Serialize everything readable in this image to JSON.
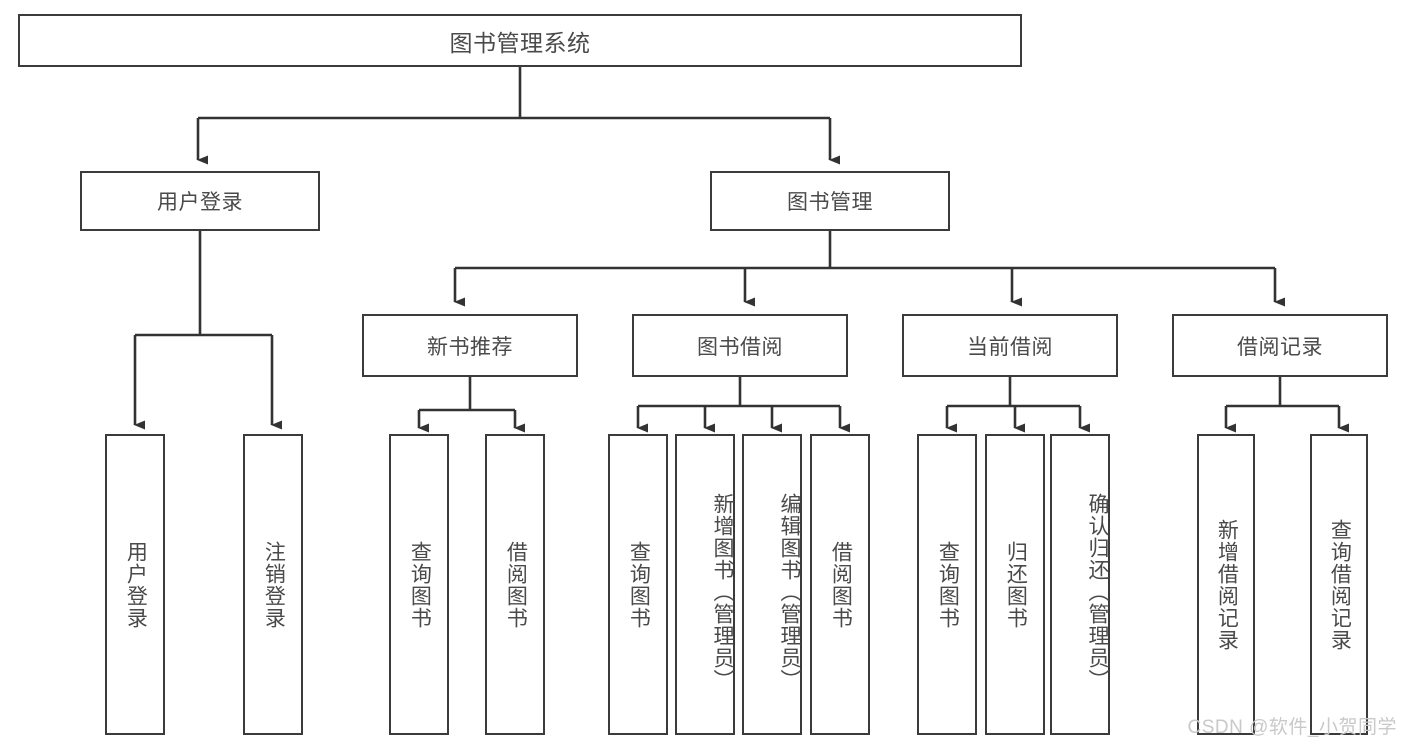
{
  "diagram": {
    "type": "tree",
    "title": "图书管理系统",
    "watermark": "CSDN @软件_小贺同学",
    "colors": {
      "box_border": "#3b3b3b",
      "box_fill": "#ffffff",
      "text": "#4a4a4a",
      "edge": "#333333",
      "watermark": "#c9c9c9",
      "background": "#ffffff"
    },
    "levels": {
      "root": {
        "label": "图书管理系统"
      },
      "level2": [
        {
          "label": "用户登录"
        },
        {
          "label": "图书管理"
        }
      ],
      "level3": [
        {
          "label": "新书推荐"
        },
        {
          "label": "图书借阅"
        },
        {
          "label": "当前借阅"
        },
        {
          "label": "借阅记录"
        }
      ]
    },
    "leaves": {
      "user_login": [
        {
          "label": "用户登录"
        },
        {
          "label": "注销登录"
        }
      ],
      "new_book_recommend": [
        {
          "label": "查询图书"
        },
        {
          "label": "借阅图书"
        }
      ],
      "book_borrow": [
        {
          "label": "查询图书"
        },
        {
          "label": "新增图书（管理员）"
        },
        {
          "label": "编辑图书（管理员）"
        },
        {
          "label": "借阅图书"
        }
      ],
      "current_borrow": [
        {
          "label": "查询图书"
        },
        {
          "label": "归还图书"
        },
        {
          "label": "确认归还（管理员）"
        }
      ],
      "borrow_record": [
        {
          "label": "新增借阅记录"
        },
        {
          "label": "查询借阅记录"
        }
      ]
    }
  }
}
